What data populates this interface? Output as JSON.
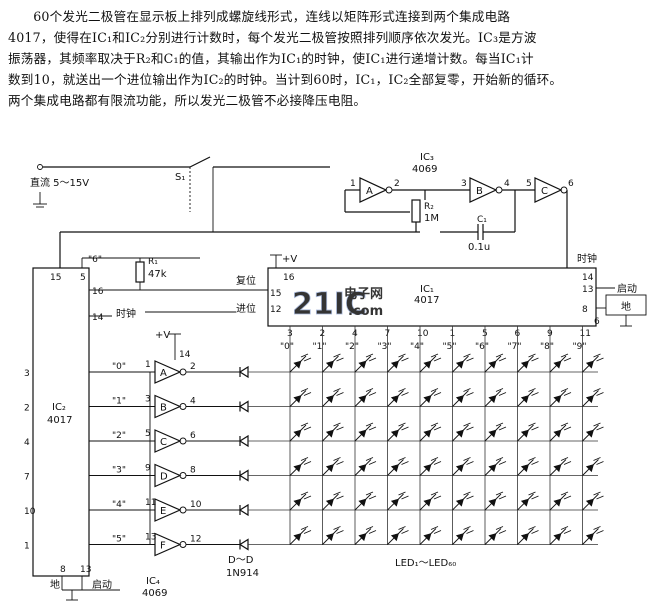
{
  "description": {
    "lines": [
      "60个发光二极管在显示板上排列成螺旋线形式，连线以矩阵形式连接到两个集成电路",
      "4017，使得在IC₁和IC₂分别进行计数时，每个发光二极管按照排列顺序依次发光。IC₃是方波",
      "振荡器，其频率取决于R₂和C₁的值，其输出作为IC₁的时钟，使IC₁进行递增计数。每当IC₁计",
      "数到10，就送出一个进位输出作为IC₂的时钟。当计到60时，IC₁，IC₂全部复零，开始新的循环。",
      "两个集成电路都有限流功能，所以发光二极管不必接降压电阻。"
    ]
  },
  "schematic": {
    "supply_label": "直流 5～15V",
    "switch_label": "S₁",
    "ic3_name": "IC₃",
    "ic3_type": "4069",
    "gate_a": "A",
    "gate_b": "B",
    "gate_c": "C",
    "ic3_pins": {
      "p1": "1",
      "p2": "2",
      "p3": "3",
      "p4": "4",
      "p5": "5",
      "p6": "6"
    },
    "r2_name": "R₂",
    "r2_value": "1M",
    "c1_name": "C₁",
    "c1_value": "0.1u",
    "r1_name": "R₁",
    "r1_value": "47k",
    "ic1_name": "IC₁",
    "ic1_type": "4017",
    "ic1_vplus": "+V",
    "ic1_pin16": "16",
    "ic1_reset_label": "复位",
    "ic1_reset_pin": "15",
    "ic1_carry_label": "进位",
    "ic1_carry_pin": "12",
    "ic1_clock_label": "时钟",
    "ic1_clock_pin": "14",
    "ic1_enable_label": "启动",
    "ic1_enable_pin": "13",
    "ic1_ground_label": "地",
    "ic1_ground_pin": "8",
    "ic1_pin6": "6",
    "ic1_out_pins": [
      "3",
      "2",
      "4",
      "7",
      "10",
      "1",
      "5",
      "6",
      "9",
      "11"
    ],
    "ic1_out_labels": [
      "\"0\"",
      "\"1\"",
      "\"2\"",
      "\"3\"",
      "\"4\"",
      "\"5\"",
      "\"6\"",
      "\"7\"",
      "\"8\"",
      "\"9\""
    ],
    "ic2_name": "IC₂",
    "ic2_type": "4017",
    "ic2_top_pins": [
      "15",
      "5"
    ],
    "ic2_pin5_label": "\"6\"",
    "ic2_pin16": "16",
    "ic2_clock_pin": "14",
    "ic2_clock_label": "时钟",
    "ic2_out_pins": [
      "3",
      "2",
      "4",
      "7",
      "10",
      "1"
    ],
    "ic2_out_labels": [
      "\"0\"",
      "\"1\"",
      "\"2\"",
      "\"3\"",
      "\"4\"",
      "\"5\""
    ],
    "ic2_bottom_pins": [
      "8",
      "13"
    ],
    "ic2_ground_label": "地",
    "ic2_enable_label": "启动",
    "ic4_vplus": "+V",
    "ic4_pin14": "14",
    "ic4_name": "IC₄",
    "ic4_type": "4069",
    "ic4_gates": [
      {
        "name": "A",
        "in": "1",
        "out": "2"
      },
      {
        "name": "B",
        "in": "3",
        "out": "4"
      },
      {
        "name": "C",
        "in": "5",
        "out": "6"
      },
      {
        "name": "D",
        "in": "9",
        "out": "8"
      },
      {
        "name": "E",
        "in": "11",
        "out": "10"
      },
      {
        "name": "F",
        "in": "13",
        "out": "12"
      }
    ],
    "diode_range": "D～D",
    "diode_type": "1N914",
    "led_range": "LED₁～LED₆₀"
  },
  "watermark": {
    "brand": "21IC",
    "cn": "电子网",
    "url": ".com"
  }
}
